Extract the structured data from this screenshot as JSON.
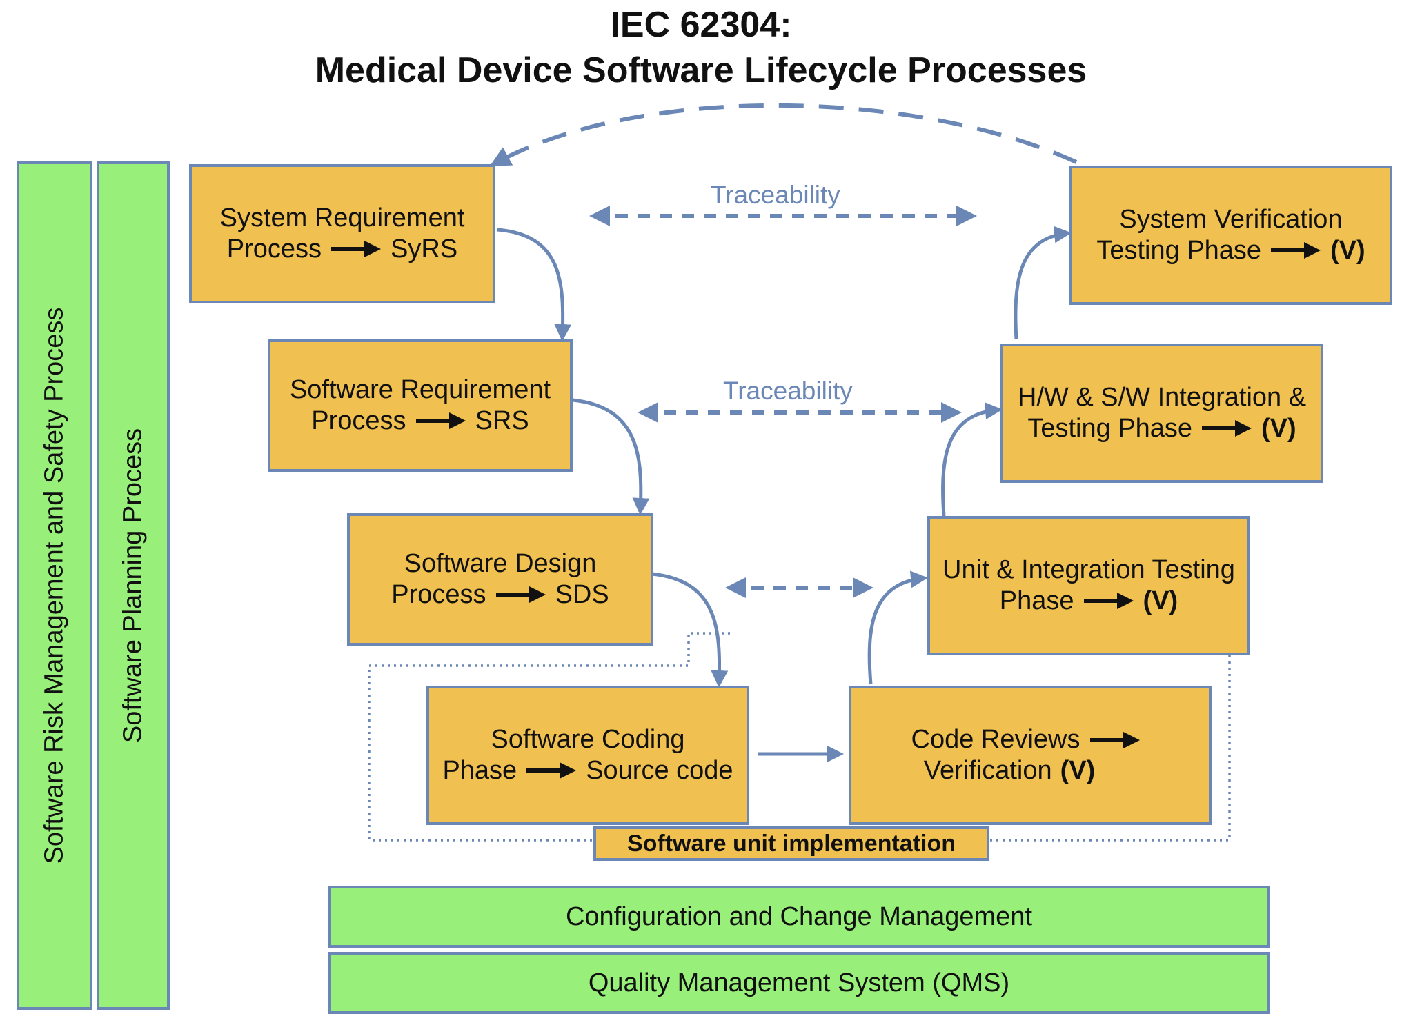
{
  "title": {
    "line1": "IEC 62304:",
    "line2": "Medical Device Software Lifecycle Processes"
  },
  "side_processes": {
    "risk": "Software Risk Management and Safety Process",
    "planning": "Software Planning Process"
  },
  "left_boxes": [
    {
      "line1": "System Requirement",
      "line2_left": "Process",
      "line2_right": "SyRS"
    },
    {
      "line1": "Software Requirement",
      "line2_left": "Process",
      "line2_right": "SRS"
    },
    {
      "line1": "Software Design",
      "line2_left": "Process",
      "line2_right": "SDS"
    },
    {
      "line1": "Software Coding",
      "line2_left": "Phase",
      "line2_right": "Source code"
    }
  ],
  "right_boxes": [
    {
      "line1": "System Verification",
      "line2_left": "Testing Phase",
      "line2_right": "(V)"
    },
    {
      "line1": "H/W & S/W Integration &",
      "line2_left": "Testing Phase",
      "line2_right": "(V)"
    },
    {
      "line1": "Unit & Integration Testing",
      "line2_left": "Phase",
      "line2_right": "(V)"
    },
    {
      "line1_text": "Code Reviews",
      "line2_text": "Verification",
      "line2_v": "(V)"
    }
  ],
  "traceability": [
    "Traceability",
    "Traceability"
  ],
  "unit_implementation_label": "Software unit implementation",
  "bottom_bars": {
    "config": "Configuration and Change Management",
    "qms": "Quality Management System (QMS)"
  },
  "colors": {
    "box_fill": "#f0c050",
    "bar_fill": "#98f07a",
    "border": "#6b87b5",
    "arrow": "#6b87b5",
    "black_arrow": "#111111"
  }
}
